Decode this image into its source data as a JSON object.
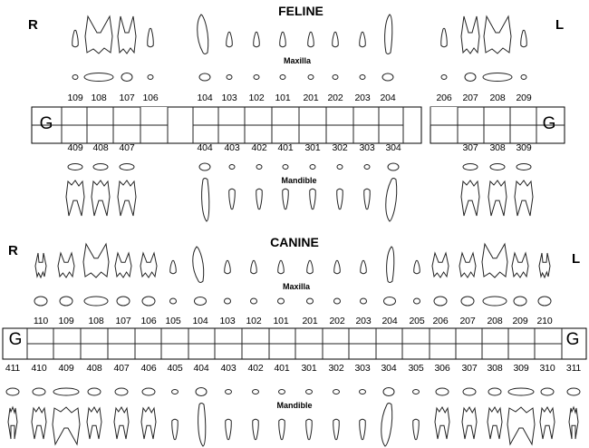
{
  "feline": {
    "title": "FELINE",
    "right": "R",
    "left": "L",
    "maxilla": "Maxilla",
    "mandible": "Mandible",
    "g": "G",
    "upper": [
      "109",
      "108",
      "107",
      "106",
      "104",
      "103",
      "102",
      "101",
      "201",
      "202",
      "203",
      "204",
      "206",
      "207",
      "208",
      "209"
    ],
    "lower": [
      "409",
      "408",
      "407",
      "404",
      "403",
      "402",
      "401",
      "301",
      "302",
      "303",
      "304",
      "307",
      "308",
      "309"
    ]
  },
  "canine": {
    "title": "CANINE",
    "right": "R",
    "left": "L",
    "maxilla": "Maxilla",
    "mandible": "Mandible",
    "g": "G",
    "upper": [
      "110",
      "109",
      "108",
      "107",
      "106",
      "105",
      "104",
      "103",
      "102",
      "101",
      "201",
      "202",
      "203",
      "204",
      "205",
      "206",
      "207",
      "208",
      "209",
      "210"
    ],
    "lower": [
      "411",
      "410",
      "409",
      "408",
      "407",
      "406",
      "405",
      "404",
      "403",
      "402",
      "401",
      "301",
      "302",
      "303",
      "304",
      "305",
      "306",
      "307",
      "308",
      "309",
      "310",
      "311"
    ]
  }
}
